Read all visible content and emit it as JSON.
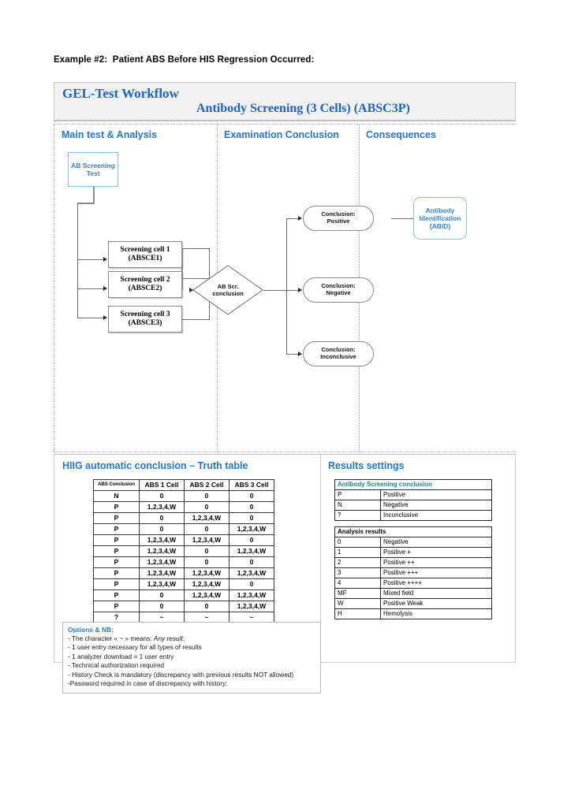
{
  "caption": "Example #2:  Patient ABS Before HIS Regression Occurred:",
  "workflow": {
    "title_line1": "GEL-Test Workflow",
    "title_line2": "Antibody Screening (3 Cells) (ABSC3P)",
    "columns": [
      {
        "label": "Main test & Analysis"
      },
      {
        "label": "Examination Conclusion"
      },
      {
        "label": "Consequences"
      }
    ],
    "nodes": {
      "start": "AB Screening\nTest",
      "cell1": "Screening cell 1\n(ABSCE1)",
      "cell2": "Screening cell 2\n(ABSCE2)",
      "cell3": "Screening cell 3\n(ABSCE3)",
      "decision": "AB Scr.\nconclusion",
      "concl_positive": "Conclusion:\nPositive",
      "concl_negative": "Conclusion:\nNegative",
      "concl_inconclusive": "Conclusion:\nInconclusive",
      "abid": "Antibody\nIdentification\n(ABID)"
    }
  },
  "truth_table": {
    "section_title": "HIIG automatic conclusion – Truth table",
    "headers": [
      "ABS Conclusion",
      "ABS 1 Cell",
      "ABS 2 Cell",
      "ABS 3 Cell"
    ],
    "rows": [
      [
        "N",
        "0",
        "0",
        "0"
      ],
      [
        "P",
        "1,2,3,4,W",
        "0",
        "0"
      ],
      [
        "P",
        "0",
        "1,2,3,4,W",
        "0"
      ],
      [
        "P",
        "0",
        "0",
        "1,2,3,4,W"
      ],
      [
        "P",
        "1,2,3,4,W",
        "1,2,3,4,W",
        "0"
      ],
      [
        "P",
        "1,2,3,4,W",
        "0",
        "1,2,3,4,W"
      ],
      [
        "P",
        "1,2,3,4,W",
        "0",
        "0"
      ],
      [
        "P",
        "1,2,3,4,W",
        "1,2,3,4,W",
        "1,2,3,4,W"
      ],
      [
        "P",
        "1,2,3,4,W",
        "1,2,3,4,W",
        "0"
      ],
      [
        "P",
        "0",
        "1,2,3,4,W",
        "1,2,3,4,W"
      ],
      [
        "P",
        "0",
        "0",
        "1,2,3,4,W"
      ],
      [
        "?",
        "~",
        "~",
        "~"
      ]
    ]
  },
  "results_settings": {
    "section_title": "Results settings",
    "table1": {
      "header": "Antibody Screening conclusion",
      "rows": [
        [
          "P",
          "Positive"
        ],
        [
          "N",
          "Negative"
        ],
        [
          "?",
          "Inconclusive"
        ]
      ]
    },
    "table2": {
      "header": "Analysis results",
      "rows": [
        [
          "0",
          "Negative"
        ],
        [
          "1",
          "Positive +"
        ],
        [
          "2",
          "Positive ++"
        ],
        [
          "3",
          "Positive +++"
        ],
        [
          "4",
          "Positive ++++"
        ],
        [
          "MF",
          "Mixed field"
        ],
        [
          "W",
          "Positive Weak"
        ],
        [
          "H",
          "Hemolysis"
        ]
      ]
    }
  },
  "options": {
    "title": "Options & NB:",
    "lines": [
      "- The character « ~ » means: Any result;",
      "- 1 user entry necessary for all types of results",
      "- 1 analyzer download = 1 user entry",
      "- Technical authorization required",
      "- History Check is mandatory (discrepancy with previous results NOT allowed)",
      "-Password required in case of discrepancy with history;"
    ]
  },
  "colors": {
    "heading_blue": "#2277d8",
    "title_blue": "#1666d0",
    "node_blue": "#2e86de",
    "teal": "#0d8f8f"
  }
}
